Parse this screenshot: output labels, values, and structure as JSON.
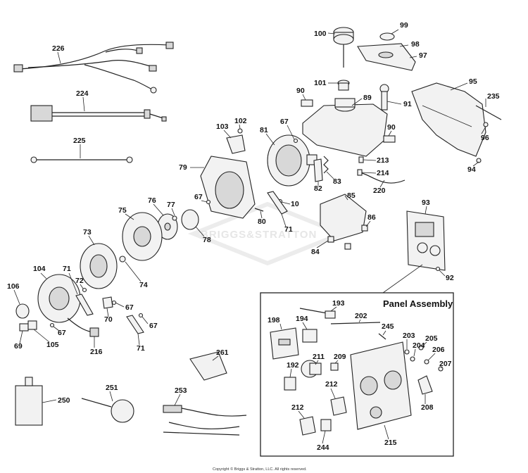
{
  "panel_assembly": {
    "title": "Panel Assembly"
  },
  "watermark": {
    "text": "BRIGGS&STRATTON"
  },
  "copyright": {
    "text": "Copyright © Briggs & Stratton, LLC. All rights reserved."
  },
  "callouts": [
    {
      "id": "226"
    },
    {
      "id": "224"
    },
    {
      "id": "225"
    },
    {
      "id": "100"
    },
    {
      "id": "99"
    },
    {
      "id": "98"
    },
    {
      "id": "97"
    },
    {
      "id": "101"
    },
    {
      "id": "90"
    },
    {
      "id": "89"
    },
    {
      "id": "91"
    },
    {
      "id": "95"
    },
    {
      "id": "235"
    },
    {
      "id": "96"
    },
    {
      "id": "94"
    },
    {
      "id": "102"
    },
    {
      "id": "103"
    },
    {
      "id": "81"
    },
    {
      "id": "67"
    },
    {
      "id": "90b"
    },
    {
      "id": "213"
    },
    {
      "id": "214"
    },
    {
      "id": "220"
    },
    {
      "id": "79"
    },
    {
      "id": "83"
    },
    {
      "id": "82"
    },
    {
      "id": "85"
    },
    {
      "id": "67b"
    },
    {
      "id": "10"
    },
    {
      "id": "76"
    },
    {
      "id": "77"
    },
    {
      "id": "75"
    },
    {
      "id": "80"
    },
    {
      "id": "71"
    },
    {
      "id": "86"
    },
    {
      "id": "93"
    },
    {
      "id": "78"
    },
    {
      "id": "73"
    },
    {
      "id": "84"
    },
    {
      "id": "74"
    },
    {
      "id": "104"
    },
    {
      "id": "71b"
    },
    {
      "id": "72"
    },
    {
      "id": "92"
    },
    {
      "id": "106"
    },
    {
      "id": "67c"
    },
    {
      "id": "70"
    },
    {
      "id": "67d"
    },
    {
      "id": "67e"
    },
    {
      "id": "69"
    },
    {
      "id": "105"
    },
    {
      "id": "216"
    },
    {
      "id": "71c"
    },
    {
      "id": "193"
    },
    {
      "id": "202"
    },
    {
      "id": "198"
    },
    {
      "id": "194"
    },
    {
      "id": "245"
    },
    {
      "id": "203"
    },
    {
      "id": "205"
    },
    {
      "id": "204"
    },
    {
      "id": "206"
    },
    {
      "id": "211"
    },
    {
      "id": "209"
    },
    {
      "id": "192"
    },
    {
      "id": "207"
    },
    {
      "id": "212"
    },
    {
      "id": "208"
    },
    {
      "id": "212b"
    },
    {
      "id": "244"
    },
    {
      "id": "215"
    },
    {
      "id": "261"
    },
    {
      "id": "251"
    },
    {
      "id": "253"
    },
    {
      "id": "250"
    }
  ],
  "labels": {
    "226": "226",
    "224": "224",
    "225": "225",
    "100": "100",
    "99": "99",
    "98": "98",
    "97": "97",
    "101": "101",
    "90": "90",
    "89": "89",
    "91": "91",
    "95": "95",
    "235": "235",
    "96": "96",
    "94": "94",
    "102": "102",
    "103": "103",
    "81": "81",
    "67": "67",
    "90b": "90",
    "213": "213",
    "214": "214",
    "220": "220",
    "79": "79",
    "83": "83",
    "82": "82",
    "85": "85",
    "67b": "67",
    "10": "10",
    "76": "76",
    "77": "77",
    "75": "75",
    "80": "80",
    "71": "71",
    "86": "86",
    "93": "93",
    "78": "78",
    "73": "73",
    "84": "84",
    "74": "74",
    "104": "104",
    "71b": "71",
    "72": "72",
    "92": "92",
    "106": "106",
    "67c": "67",
    "70": "70",
    "67d": "67",
    "67e": "67",
    "69": "69",
    "105": "105",
    "216": "216",
    "71c": "71",
    "193": "193",
    "202": "202",
    "198": "198",
    "194": "194",
    "245": "245",
    "203": "203",
    "205": "205",
    "204": "204",
    "206": "206",
    "211": "211",
    "209": "209",
    "192": "192",
    "207": "207",
    "212": "212",
    "208": "208",
    "212b": "212",
    "244": "244",
    "215": "215",
    "261": "261",
    "251": "251",
    "253": "253",
    "250": "250"
  }
}
